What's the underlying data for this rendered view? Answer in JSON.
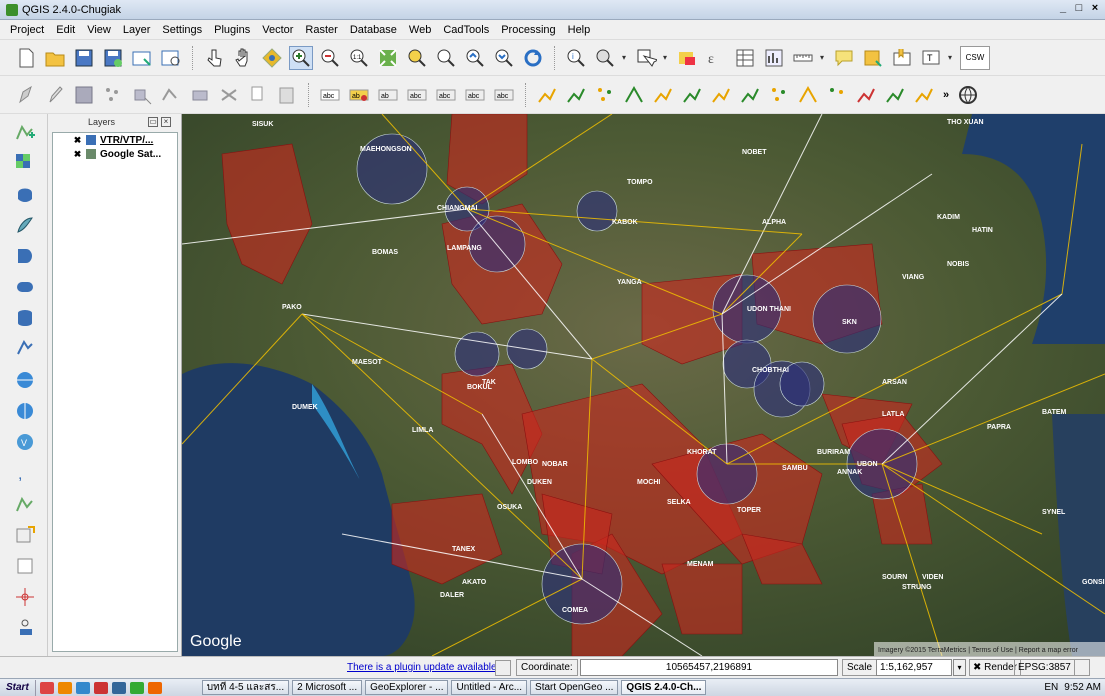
{
  "window": {
    "title": "QGIS 2.4.0-Chugiak",
    "controls": [
      "_",
      "□",
      "×"
    ]
  },
  "menu": [
    "Project",
    "Edit",
    "View",
    "Layer",
    "Settings",
    "Plugins",
    "Vector",
    "Raster",
    "Database",
    "Web",
    "CadTools",
    "Processing",
    "Help"
  ],
  "toolbar1": [
    "new-project",
    "open-project",
    "save-project",
    "save-as",
    "new-print-composer",
    "composer-manager",
    "touch-zoom",
    "pan",
    "pan-to-selection",
    "zoom-in",
    "zoom-out",
    "zoom-actual",
    "zoom-full",
    "zoom-selection",
    "zoom-layer",
    "zoom-last",
    "zoom-next",
    "refresh",
    "identify",
    "select",
    "deselect",
    "measure",
    "field-calc",
    "attribute-table",
    "stats",
    "tile-scale",
    "annotation",
    "bookmarks",
    "text-annotation",
    "csw"
  ],
  "toolbar1_csw": "CSW",
  "toolbar2": [
    "digitize",
    "edit",
    "save-edits",
    "add-feature",
    "move-feature",
    "node-tool",
    "delete",
    "cut",
    "copy",
    "paste",
    "label-abc",
    "label-pin",
    "label-move",
    "label-rotate",
    "label-change",
    "label-show",
    "label-props",
    "snap-1",
    "snap-2",
    "snap-3",
    "snap-4",
    "snap-5",
    "snap-6",
    "snap-7",
    "snap-8",
    "snap-9",
    "snap-10",
    "snap-11",
    "snap-12",
    "snap-13",
    "snap-14"
  ],
  "lefttools": [
    "add-vector",
    "add-raster",
    "add-postgis",
    "add-spatialite",
    "add-mssql",
    "add-oracle",
    "add-wms",
    "add-wcs",
    "add-wfs",
    "add-delimited",
    "add-virtual",
    "new-shapefile",
    "new-spatialite",
    "new-temp",
    "gps",
    "georef",
    "more"
  ],
  "layers_panel": {
    "title": "Layers",
    "items": [
      {
        "label": "VTR/VTP/...",
        "checked": "✖"
      },
      {
        "label": "Google Sat...",
        "checked": "✖"
      }
    ]
  },
  "map": {
    "labels": [
      "SISUK",
      "MAEHONGSON",
      "CHIANGMAI",
      "LAMPANG",
      "BOMAS",
      "TAK",
      "PAKO",
      "MAESOT",
      "DUMEK",
      "LIMLA",
      "BOKUL",
      "UDON THANI",
      "CHOBTHAI",
      "YANGA",
      "NOBET",
      "ALPHA",
      "VIANG",
      "KADIM",
      "HATIN",
      "NOBIS",
      "KHORAT",
      "MOCHI",
      "SELKA",
      "TOPER",
      "SAMBU",
      "BURIRAM",
      "UBON",
      "DUKEN",
      "OSUKA",
      "TANEX",
      "AKATO",
      "DALER",
      "SOURN",
      "STRUNG",
      "COMEA",
      "MENAM",
      "ANNAK",
      "LATLA",
      "PAPRA",
      "ARSAN",
      "TOMPO",
      "LOMBO",
      "NOBAR",
      "BATEM",
      "KABOK",
      "SKN",
      "THO XUAN",
      "VIDEN",
      "SYNEL",
      "GONSI"
    ],
    "google": "Google",
    "attribution": "Imagery ©2015 TerraMetrics | Terms of Use | Report a map error"
  },
  "status": {
    "plugin_update": "There is a plugin update available",
    "coord_label": "Coordinate:",
    "coord_value": "10565457,2196891",
    "scale_label": "Scale",
    "scale_value": "1:5,162,957",
    "render_label": "✖ Render",
    "epsg": "EPSG:3857"
  },
  "taskbar": {
    "start": "Start",
    "tasks": [
      "บทที่ 4-5 และสร...",
      "2 Microsoft ...",
      "GeoExplorer - ...",
      "Untitled - Arc...",
      "Start OpenGeo ...",
      "QGIS 2.4.0-Ch..."
    ],
    "lang": "EN",
    "time": "9:52 AM"
  },
  "colors": {
    "accent_red": "#c8281e",
    "navy": "#2c2f7a",
    "route_yellow": "#f2c100",
    "route_white": "#ffffff"
  }
}
